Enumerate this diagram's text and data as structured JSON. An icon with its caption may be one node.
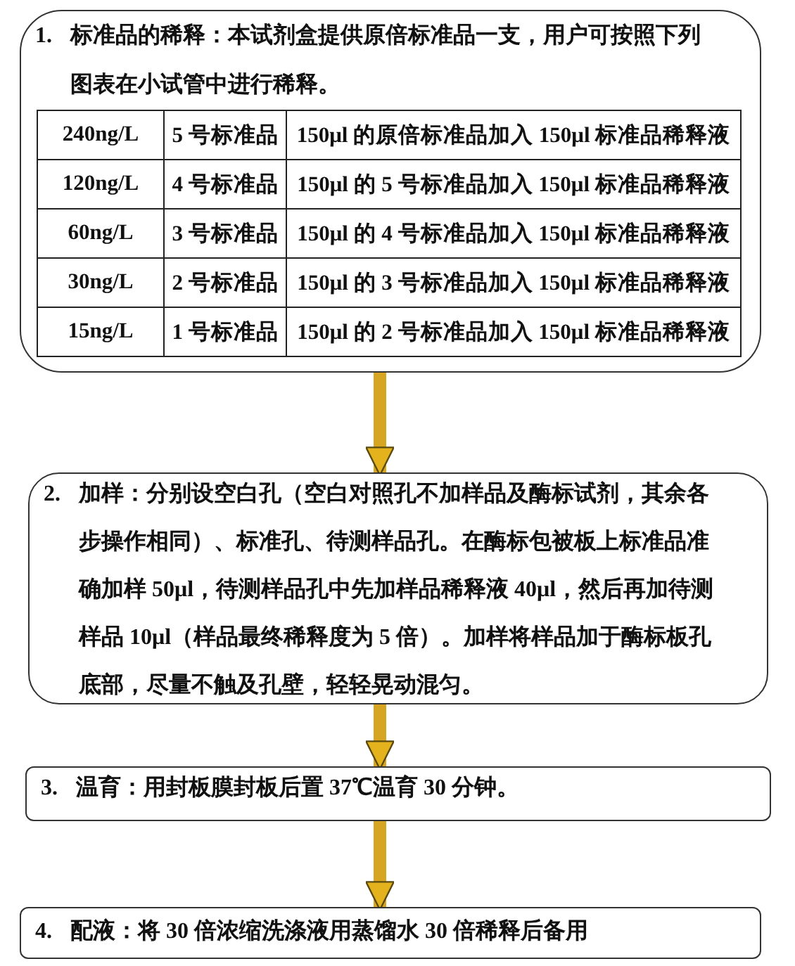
{
  "diagram": {
    "nodes": [
      {
        "text": [
          "1.",
          "标准品的稀释：本试剂盒提供原倍标准品一支，用户可按照下列图表在小试管中进行稀释。"
        ]
      },
      {
        "text": [
          "2.",
          "加样：分别设空白孔（空白对照孔不加样品及酶标试剂，其余各步操作相同）、标准孔、待测样品孔。在酶标包被板上标准品准确加样 50μl，待测样品孔中先加样品稀释液 40μl，然后再加待测样品 10μl（样品最终稀释度为 5 倍）。加样将样品加于酶标板孔底部，尽量不触及孔壁，轻轻晃动混匀。"
        ]
      },
      {
        "text": [
          "3.",
          "温育：用封板膜封板后置 37℃温育 30 分钟。"
        ]
      },
      {
        "text": [
          "4.",
          "配液：将 30 倍浓缩洗涤液用蒸馏水 30 倍稀释后备用"
        ]
      }
    ],
    "edges": [
      {
        "from": 0,
        "to": 1,
        "arrow": "to"
      },
      {
        "from": 1,
        "to": 2,
        "arrow": "to"
      },
      {
        "from": 2,
        "to": 3,
        "arrow": "to"
      }
    ],
    "labels": [
      "240ng/L",
      "5 号标准品",
      "150μl 的原倍标准品加入 150μl 标准品稀释液",
      "120ng/L",
      "4 号标准品",
      "150μl 的 5 号标准品加入 150μl 标准品稀释液",
      "60ng/L",
      "3 号标准品",
      "150μl 的 4 号标准品加入 150μl 标准品稀释液",
      "30ng/L",
      "2 号标准品",
      "150μl 的 3 号标准品加入 150μl 标准品稀释液",
      "15ng/L",
      "1 号标准品",
      "150μl 的 2 号标准品加入 150μl 标准品稀释液"
    ]
  }
}
